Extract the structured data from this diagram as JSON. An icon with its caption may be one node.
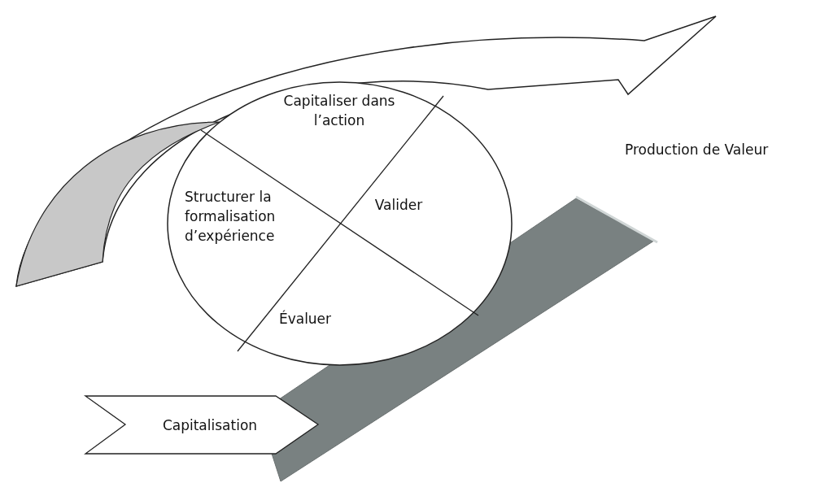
{
  "diagram": {
    "nodes": [
      {
        "text": [
          "Capitaliser dans l’action",
          "Valider",
          "Structurer la formalisation d’expérience",
          "Évaluer"
        ]
      },
      {
        "text": [
          "Capitalisation"
        ]
      }
    ],
    "labels": [
      "Production de Valeur"
    ]
  }
}
